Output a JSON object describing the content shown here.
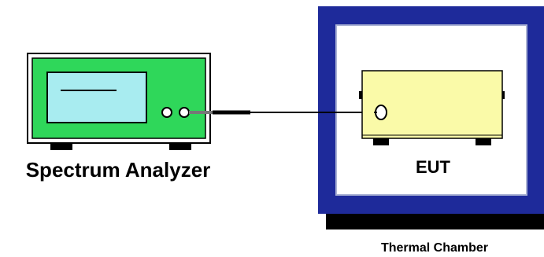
{
  "devices": {
    "analyzer": {
      "label": "Spectrum Analyzer",
      "body_color": "#2fd75a",
      "screen_color": "#a8ecf0",
      "foot_color": "#000000"
    },
    "eut": {
      "label": "EUT",
      "body_color": "#fafaa8"
    },
    "chamber": {
      "label": "Thermal Chamber",
      "frame_color": "#1e2a9a",
      "base_color": "#000000"
    }
  },
  "cable": {
    "color": "#000000"
  }
}
